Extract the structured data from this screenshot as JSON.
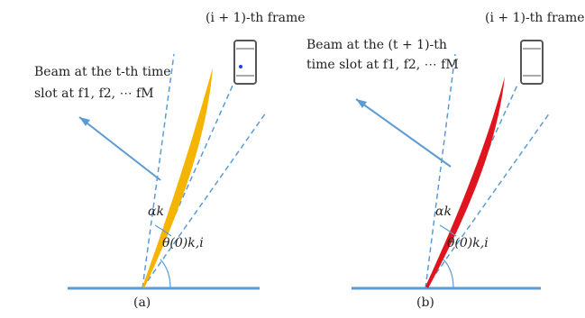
{
  "panels": [
    {
      "caption": "(a)",
      "frame_label": "(i + 1)-th frame",
      "beam_label_line1": "Beam at the t-th time",
      "beam_label_line2": "slot  at f1, f2, ⋯ fM",
      "alpha_label": "αk",
      "theta_label": "θ(0)k,i",
      "beam_color": "#F5B400"
    },
    {
      "caption": "(b)",
      "frame_label": "(i + 1)-th frame",
      "beam_label_line1": "Beam at the (t + 1)-th",
      "beam_label_line2": "time  slot  at f1, f2, ⋯ fM",
      "alpha_label": "αk",
      "theta_label": "θ(0)k,i",
      "beam_color": "#E0141E"
    }
  ],
  "colors": {
    "line": "#5B9BD5",
    "phone": "#555555",
    "dot": "#1F3FFF"
  },
  "icons": [
    "smartphone-icon",
    "smartphone-icon"
  ]
}
